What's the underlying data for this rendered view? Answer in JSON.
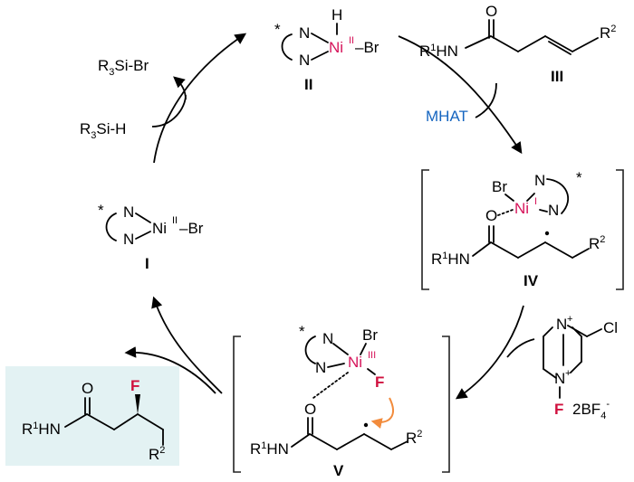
{
  "colors": {
    "nickel": "#d6145a",
    "fluorine": "#d0103e",
    "mhat": "#1565c0",
    "curved_arrow": "#f28b3c",
    "product_box": "#e3f2f3",
    "text": "#000000"
  },
  "labels": {
    "roman_I": "I",
    "roman_II": "II",
    "roman_III": "III",
    "roman_IV": "IV",
    "roman_V": "V"
  },
  "mhat": "MHAT",
  "reagents": {
    "silane_R": "R",
    "silane_3": "3",
    "silane_H": "Si-H",
    "silyl_bromide_Br": "Si-Br"
  },
  "atoms": {
    "N": "N",
    "H": "H",
    "O": "O",
    "F": "F",
    "Br": "Br",
    "Cl": "Cl",
    "Ni": "Ni",
    "bond_Br": "–Br",
    "star": "*",
    "plus": "+",
    "R1HN_R": "R",
    "R1HN_1": "1",
    "R1HN_HN": "HN",
    "R2_R": "R",
    "R2_2": "2",
    "ox_I": "I",
    "ox_II": "II",
    "ox_III": "III"
  },
  "selectfluor": {
    "counterion": "2BF",
    "counterion_sub": "4",
    "counterion_sup": "-"
  }
}
